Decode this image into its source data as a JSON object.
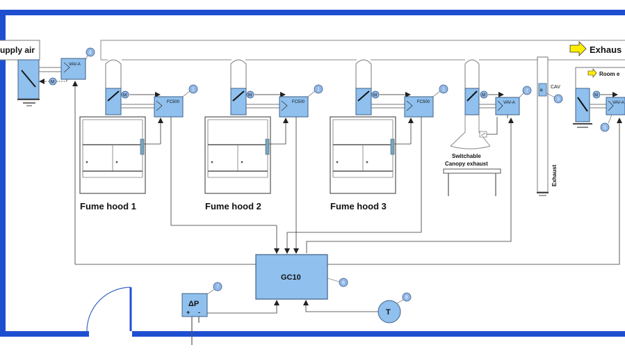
{
  "labels": {
    "supply_air": "upply air",
    "exhaust_top": "Exhaus",
    "room_exhaust": "Room e",
    "hood1": "Fume hood 1",
    "hood2": "Fume hood 2",
    "hood3": "Fume hood 3",
    "switchable_line1": "Switchable",
    "switchable_line2": "Canopy exhaust",
    "exhaust_vertical": "Exhaust",
    "cav": "CAV",
    "controller": "GC10",
    "pressure_sensor": "ΔP",
    "plus": "+",
    "minus": "-",
    "temp_sensor": "T"
  },
  "device_labels": {
    "vav_supply": "VAV-A",
    "fc_hood1": "FC500",
    "fc_hood2": "FC500",
    "fc_hood3": "FC500",
    "vav_canopy": "VAV-A",
    "vav_room": "VAV-A",
    "motor": "M"
  },
  "callouts": {
    "supply_vav": "4",
    "hood1": "1",
    "hood2": "1",
    "hood3": "1",
    "canopy": "2",
    "cav": "3",
    "room_vav": "5",
    "controller": "6",
    "pressure": "7",
    "temperature": "8"
  },
  "colors": {
    "wall": "#1f4fd1",
    "device_fill": "#8fc0ee",
    "device_stroke": "#3f5f86",
    "callout_fill": "#8fb6e6",
    "arrow_fill": "#ffee00"
  }
}
